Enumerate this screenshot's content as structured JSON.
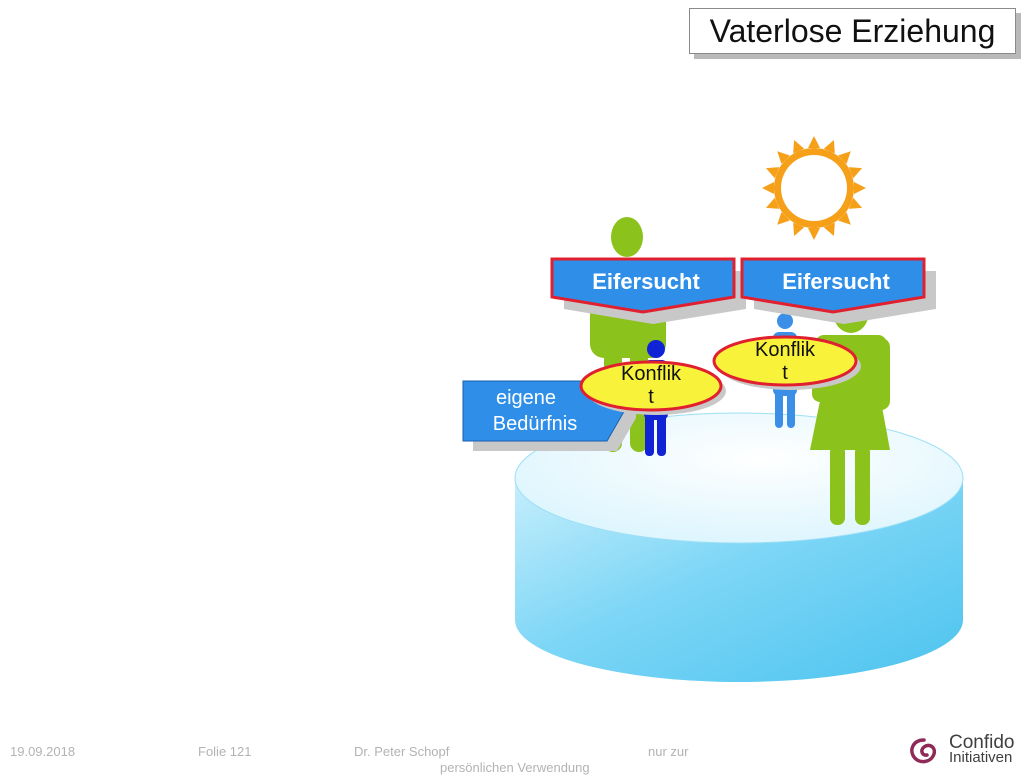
{
  "slide": {
    "title": "Vaterlose Erziehung",
    "labels": {
      "eifersucht_left": "Eifersucht",
      "eifersucht_right": "Eifersucht",
      "konflikt_left_line1": "Konflik",
      "konflikt_left_line2": "t",
      "konflikt_right_line1": "Konflik",
      "konflikt_right_line2": "t",
      "beduerfnis_line1": "eigene",
      "beduerfnis_line2": "Bedürfnis"
    }
  },
  "footer": {
    "date": "19.09.2018",
    "slide_number": "Folie 121",
    "author": "Dr. Peter Schopf",
    "note": "nur zur",
    "note2": "persönlichen Verwendung"
  },
  "logo": {
    "name": "Confido",
    "subtitle": "Initiativen"
  },
  "colors": {
    "sun": "#f6a01a",
    "figure_green": "#8cc21c",
    "child_blue_dark": "#1024d6",
    "child_blue_light": "#3b8fe6",
    "banner_blue": "#2f8fe8",
    "banner_border": "#e0202f",
    "conflict_fill": "#f8f33a",
    "platform_blue": "#6fd0f3"
  },
  "icons": [
    "sun-icon",
    "man-icon",
    "woman-icon",
    "child-icon",
    "logo-swirl-icon"
  ]
}
